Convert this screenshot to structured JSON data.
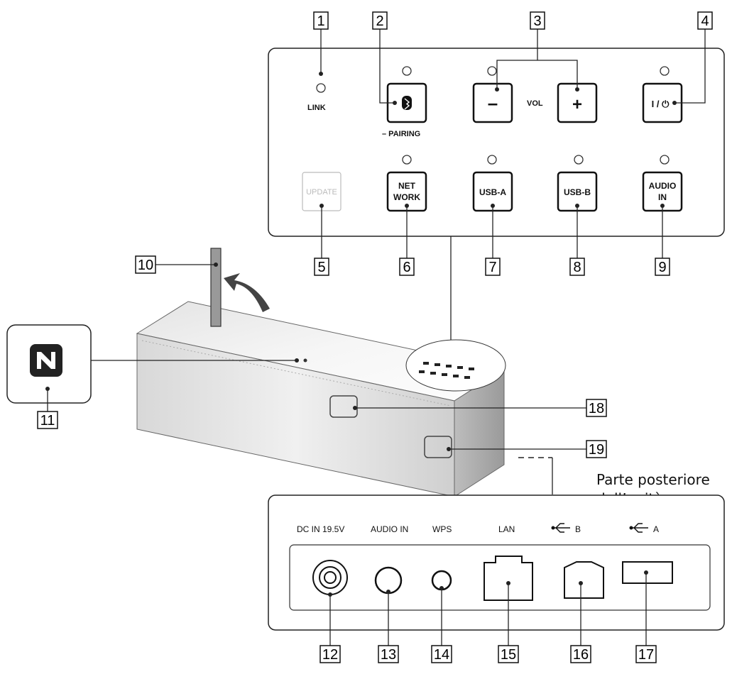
{
  "callouts": [
    "1",
    "2",
    "3",
    "4",
    "5",
    "6",
    "7",
    "8",
    "9",
    "10",
    "11",
    "12",
    "13",
    "14",
    "15",
    "16",
    "17",
    "18",
    "19"
  ],
  "top_panel": {
    "link_label": "LINK",
    "pairing_label": "– PAIRING",
    "vol_label": "VOL",
    "minus_label": "–",
    "plus_label": "+",
    "power_label": "I / ⏻",
    "update_label": "UPDATE",
    "network_label_1": "NET",
    "network_label_2": "WORK",
    "usba_label": "USB-A",
    "usbb_label": "USB-B",
    "audioin_label_1": "AUDIO",
    "audioin_label_2": "IN"
  },
  "rear_caption": [
    "Parte posteriore",
    "dell’unità"
  ],
  "rear_panel": {
    "dcin_label": "DC IN 19.5V",
    "audioin_label": "AUDIO IN",
    "wps_label": "WPS",
    "lan_label": "LAN",
    "usbb_label": "B",
    "usba_label": "A"
  },
  "colors": {
    "line": "#222222",
    "update_text": "#bbbbbb"
  }
}
